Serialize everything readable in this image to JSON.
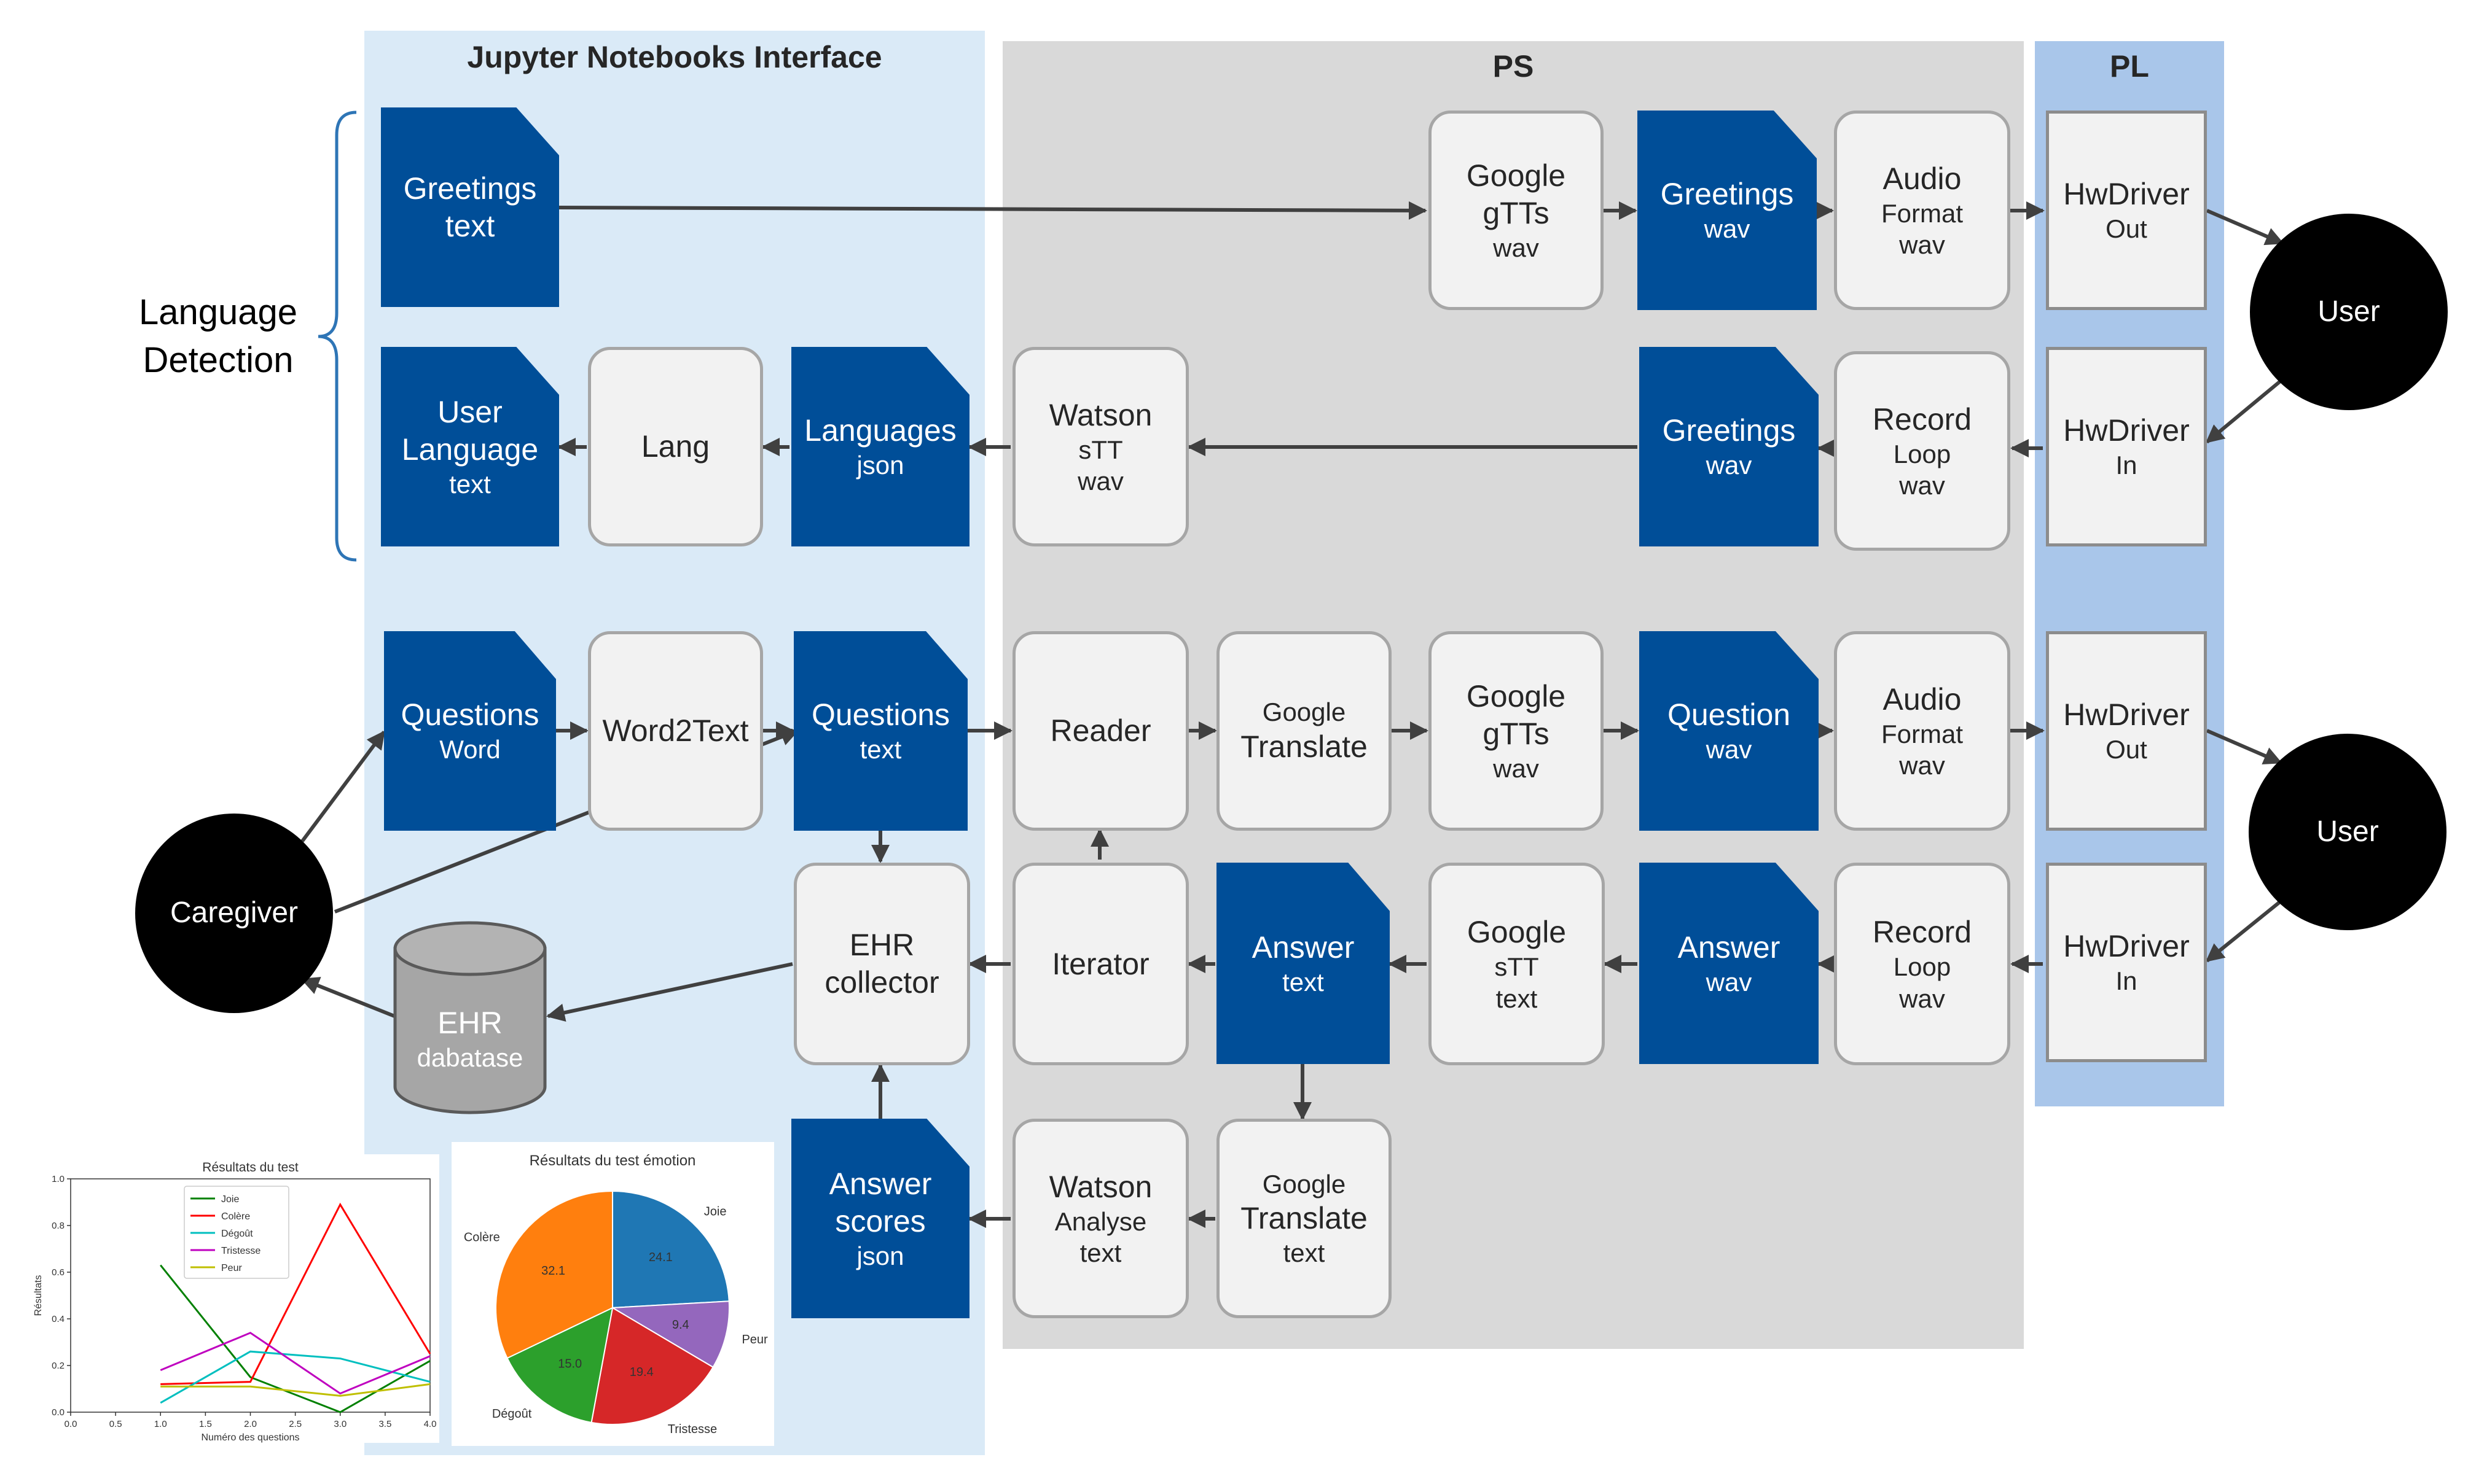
{
  "regions": {
    "jupyter": "Jupyter Notebooks Interface",
    "ps": "PS",
    "pl": "PL"
  },
  "language_detection": "Language\nDetection",
  "nodes": {
    "greetings_text": {
      "main": "Greetings",
      "sub": "text"
    },
    "google_gtts_1": {
      "main": "Google",
      "main2": "gTTs",
      "sub": "wav"
    },
    "greetings_wav_1": {
      "main": "Greetings",
      "sub": "wav"
    },
    "audio_format_1": {
      "main": "Audio",
      "sub": "Format",
      "sub2": "wav"
    },
    "hwdriver_out_1": {
      "main": "HwDriver",
      "sub": "Out"
    },
    "user_1": {
      "main": "User"
    },
    "user_language": {
      "main": "User",
      "main2": "Language",
      "sub": "text"
    },
    "lang": {
      "main": "Lang"
    },
    "languages_json": {
      "main": "Languages",
      "sub": "json"
    },
    "watson_stt": {
      "main": "Watson",
      "sub": "sTT",
      "sub2": "wav"
    },
    "greetings_wav_2": {
      "main": "Greetings",
      "sub": "wav"
    },
    "record_loop_1": {
      "main": "Record",
      "sub": "Loop",
      "sub2": "wav"
    },
    "hwdriver_in_1": {
      "main": "HwDriver",
      "sub": "In"
    },
    "questions_word": {
      "main": "Questions",
      "sub": "Word"
    },
    "word2text": {
      "main": "Word2Text"
    },
    "questions_text": {
      "main": "Questions",
      "sub": "text"
    },
    "reader": {
      "main": "Reader"
    },
    "google_translate_1": {
      "sub": "Google",
      "main": "Translate"
    },
    "google_gtts_2": {
      "main": "Google",
      "main2": "gTTs",
      "sub": "wav"
    },
    "question_wav": {
      "main": "Question",
      "sub": "wav"
    },
    "audio_format_2": {
      "main": "Audio",
      "sub": "Format",
      "sub2": "wav"
    },
    "hwdriver_out_2": {
      "main": "HwDriver",
      "sub": "Out"
    },
    "user_2": {
      "main": "User"
    },
    "caregiver": {
      "main": "Caregiver"
    },
    "ehr_db": {
      "main": "EHR",
      "sub": "dabatase"
    },
    "ehr_collector": {
      "main": "EHR",
      "main2": "collector"
    },
    "iterator": {
      "main": "Iterator"
    },
    "answer_text": {
      "main": "Answer",
      "sub": "text"
    },
    "google_stt": {
      "main": "Google",
      "sub": "sTT",
      "sub2": "text"
    },
    "answer_wav": {
      "main": "Answer",
      "sub": "wav"
    },
    "record_loop_2": {
      "main": "Record",
      "sub": "Loop",
      "sub2": "wav"
    },
    "hwdriver_in_2": {
      "main": "HwDriver",
      "sub": "In"
    },
    "answer_scores": {
      "main": "Answer",
      "main2": "scores",
      "sub": "json"
    },
    "watson_analyse": {
      "main": "Watson",
      "sub": "Analyse",
      "sub2": "text"
    },
    "google_translate_2": {
      "sub": "Google",
      "main": "Translate",
      "sub2": "text"
    }
  },
  "colors": {
    "jupyter_bg": "#daeaf7",
    "ps_bg": "#d9d9d9",
    "pl_bg": "#a9c6ea",
    "doc_blue": "#004e98",
    "arrow": "#404040"
  },
  "chart_data": [
    {
      "type": "line",
      "title": "Résultats du test",
      "xlabel": "Numéro des questions",
      "ylabel": "Résultats",
      "xlim": [
        0.0,
        4.0
      ],
      "ylim": [
        0.0,
        1.0
      ],
      "xticks": [
        "0.0",
        "0.5",
        "1.0",
        "1.5",
        "2.0",
        "2.5",
        "3.0",
        "3.5",
        "4.0"
      ],
      "yticks": [
        "0.0",
        "0.2",
        "0.4",
        "0.6",
        "0.8",
        "1.0"
      ],
      "legend_position": "top-center",
      "x": [
        1,
        2,
        3,
        4
      ],
      "series": [
        {
          "name": "Joie",
          "color": "#008000",
          "values": [
            0.63,
            0.15,
            0.0,
            0.22
          ]
        },
        {
          "name": "Colère",
          "color": "#ff0000",
          "values": [
            0.12,
            0.13,
            0.89,
            0.25
          ]
        },
        {
          "name": "Dégoût",
          "color": "#00bfbf",
          "values": [
            0.04,
            0.26,
            0.23,
            0.13
          ]
        },
        {
          "name": "Tristesse",
          "color": "#bf00bf",
          "values": [
            0.18,
            0.34,
            0.08,
            0.24
          ]
        },
        {
          "name": "Peur",
          "color": "#bfbf00",
          "values": [
            0.11,
            0.11,
            0.07,
            0.12
          ]
        }
      ]
    },
    {
      "type": "pie",
      "title": "Résultats du test émotion",
      "slices": [
        {
          "label": "Joie",
          "value": 24.1,
          "color": "#1f77b4"
        },
        {
          "label": "Peur",
          "value": 9.4,
          "color": "#9467bd"
        },
        {
          "label": "Tristesse",
          "value": 19.4,
          "color": "#d62728"
        },
        {
          "label": "Dégoût",
          "value": 15.0,
          "color": "#2ca02c"
        },
        {
          "label": "Colère",
          "value": 32.1,
          "color": "#ff7f0e"
        }
      ]
    }
  ]
}
